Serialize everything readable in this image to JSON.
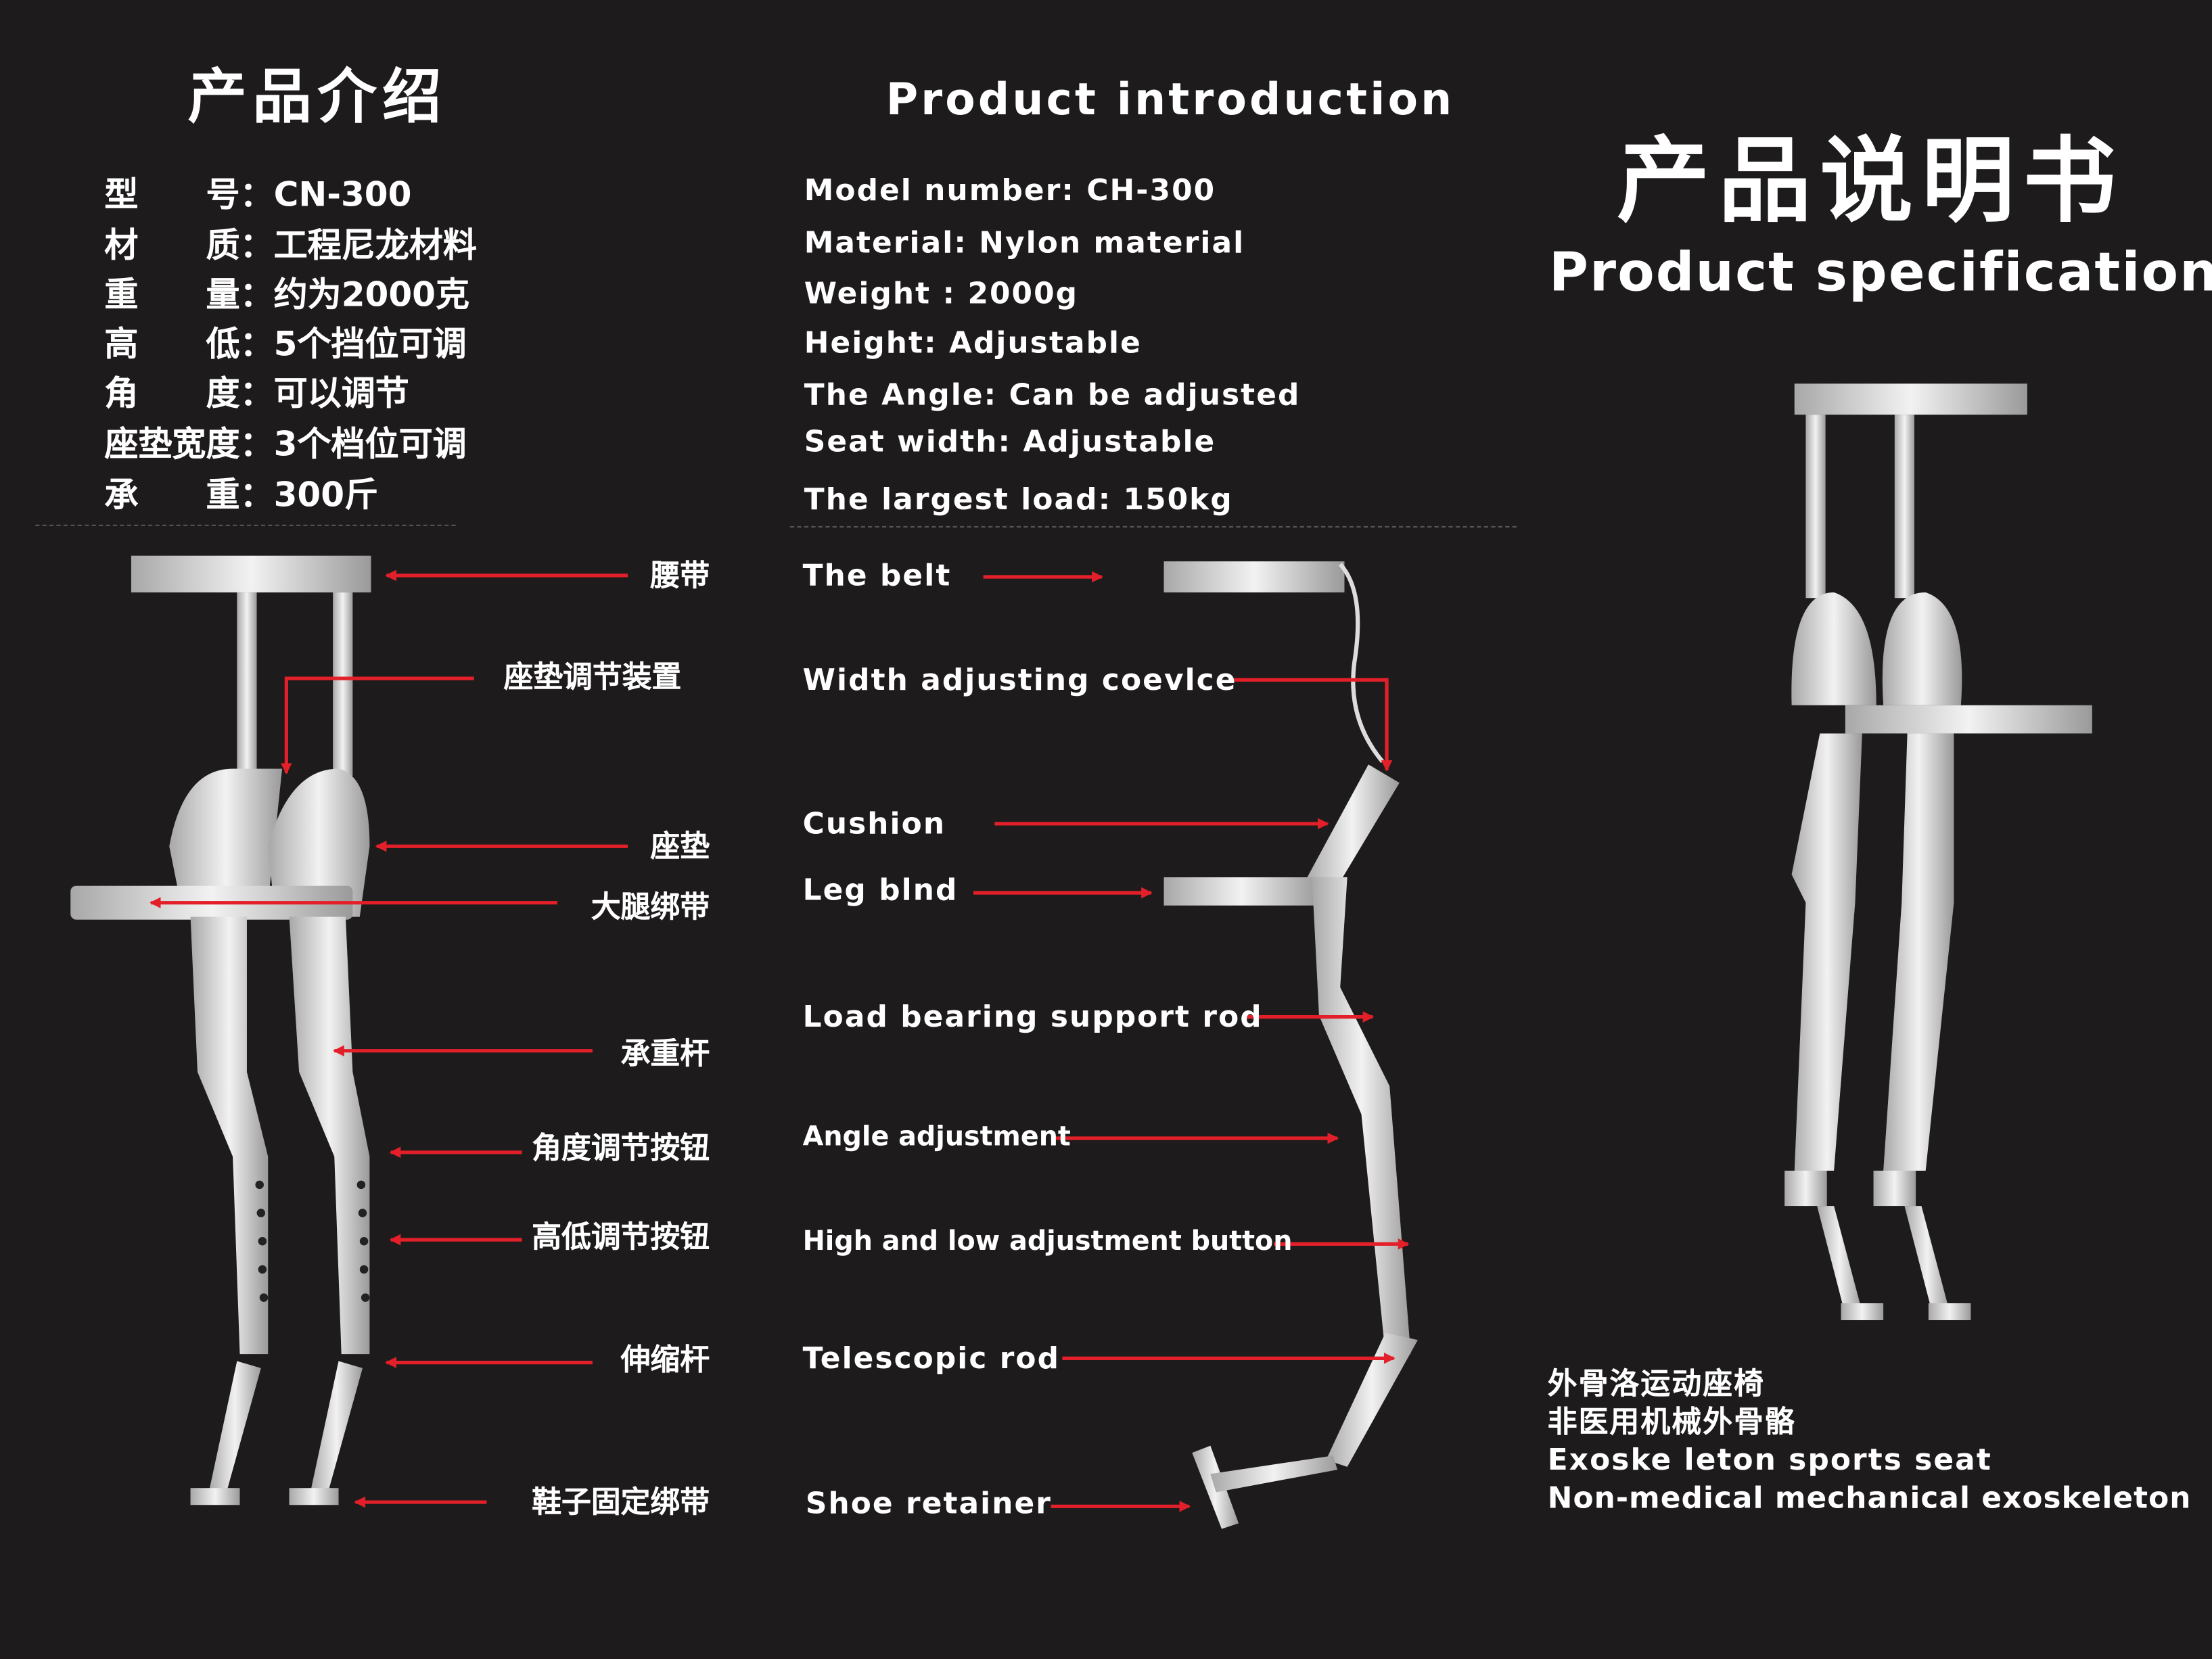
{
  "left": {
    "title": "产品介绍",
    "specs": [
      {
        "label": "型　　号：",
        "value": "CN-300"
      },
      {
        "label": "材　　质：",
        "value": "工程尼龙材料"
      },
      {
        "label": "重　　量：",
        "value": "约为2000克"
      },
      {
        "label": "高　　低：",
        "value": "5个挡位可调"
      },
      {
        "label": "角　　度：",
        "value": "可以调节"
      },
      {
        "label": "座垫宽度：",
        "value": "3个档位可调"
      },
      {
        "label": "承　　重：",
        "value": "300斤"
      }
    ],
    "parts": [
      "腰带",
      "座垫调节装置",
      "座垫",
      "大腿绑带",
      "承重杆",
      "角度调节按钮",
      "高低调节按钮",
      "伸缩杆",
      "鞋子固定绑带"
    ]
  },
  "middle": {
    "title": "Product introduction",
    "specs": [
      "Model number:  CH-300",
      "Material:  Nylon material",
      "Weight : 2000g",
      "Height:  Adjustable",
      "The Angle: Can be adjusted",
      "Seat width: Adjustable",
      "The largest load: 150kg"
    ],
    "parts": [
      "The belt",
      "Width adjusting coevlce",
      "Cushion",
      "Leg blnd",
      "Load bearing support rod",
      "Angle adjustment",
      "High and  low adjustment button",
      "Telescopic rod",
      "Shoe retainer"
    ]
  },
  "right": {
    "title_cn": "产品说明书",
    "title_en": "Product specification",
    "footer": [
      "外骨洛运动座椅",
      "非医用机械外骨骼",
      "Exoske leton sports seat",
      "Non-medical mechanical exoskeleton"
    ]
  },
  "colors": {
    "background": "#1e1b1c",
    "arrow": "#e3202a",
    "device": "#d9d9d9"
  }
}
